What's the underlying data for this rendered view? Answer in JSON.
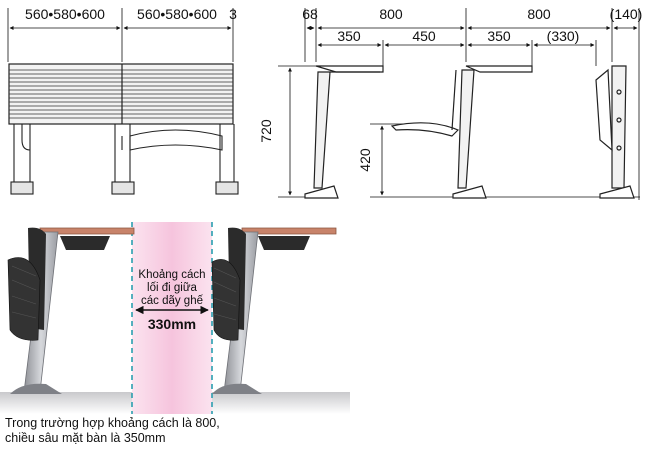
{
  "front_view": {
    "width_label_left": "560•580•600",
    "width_label_right": "560•580•600",
    "gap_label": "3"
  },
  "side_view": {
    "top_dims": [
      "68",
      "800",
      "800",
      "(140)"
    ],
    "sub_dims": [
      "350",
      "450",
      "350",
      "(330)"
    ],
    "height_desk": "720",
    "height_seat": "420"
  },
  "aisle": {
    "note_lines": [
      "Khoảng cách",
      "lối đi giữa",
      "các dãy ghế"
    ],
    "width_value": "330mm"
  },
  "caption": {
    "line1": "Trong trường hợp khoảng cách là 800,",
    "line2": "chiều sâu mặt bàn là 350mm"
  },
  "colors": {
    "aisle_fill": "#f6c4dd",
    "aisle_border": "#2a9fb0",
    "desktop_wood": "#c8836a",
    "frame_silver": "#b4b6ba",
    "seat_black": "#2b2b2b"
  }
}
